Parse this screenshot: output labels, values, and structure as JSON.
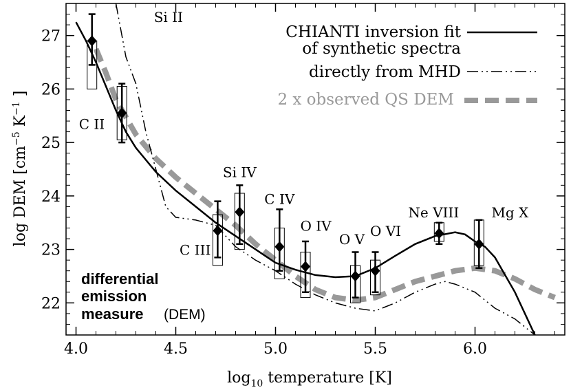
{
  "chart_data": {
    "type": "line",
    "xlabel": "log",
    "xlabel_sub": "10",
    "xlabel_rest": " temperature  [K]",
    "ylabel": "log  DEM  [cm",
    "ylabel_sup": "−5",
    "ylabel_mid": " K",
    "ylabel_sup2": "−1",
    "ylabel_end": " ]",
    "xlim": [
      3.95,
      6.45
    ],
    "ylim": [
      21.4,
      27.6
    ],
    "xticks": [
      "4.0",
      "4.5",
      "5.0",
      "5.5",
      "6.0"
    ],
    "xtick_values": [
      4.0,
      4.5,
      5.0,
      5.5,
      6.0
    ],
    "yticks": [
      "22",
      "23",
      "24",
      "25",
      "26",
      "27"
    ],
    "ytick_values": [
      22,
      23,
      24,
      25,
      26,
      27
    ],
    "note_bold": [
      "differential",
      "emission",
      "measure"
    ],
    "note_plain": "(DEM)",
    "legend": [
      {
        "label": "CHIANTI inversion fit",
        "label2": "of synthetic spectra",
        "style": "solid"
      },
      {
        "label": "directly from MHD",
        "style": "dash-dot-dot"
      },
      {
        "label": "2 x observed QS DEM",
        "style": "thick-dashed-gray"
      }
    ],
    "series": [
      {
        "name": "CHIANTI inversion fit of synthetic spectra",
        "style": "solid",
        "x": [
          4.0,
          4.05,
          4.1,
          4.15,
          4.2,
          4.25,
          4.3,
          4.4,
          4.5,
          4.6,
          4.7,
          4.8,
          4.9,
          5.0,
          5.1,
          5.2,
          5.3,
          5.4,
          5.5,
          5.6,
          5.7,
          5.8,
          5.9,
          5.95,
          6.0,
          6.05,
          6.1,
          6.2,
          6.3
        ],
        "y": [
          27.25,
          26.9,
          26.5,
          26.05,
          25.6,
          25.2,
          24.9,
          24.45,
          24.1,
          23.8,
          23.5,
          23.25,
          23.0,
          22.75,
          22.62,
          22.52,
          22.48,
          22.5,
          22.65,
          22.88,
          23.1,
          23.25,
          23.32,
          23.28,
          23.15,
          23.05,
          22.85,
          22.2,
          21.4
        ]
      },
      {
        "name": "directly from MHD",
        "style": "dash-dot-dot",
        "x": [
          4.2,
          4.22,
          4.25,
          4.3,
          4.35,
          4.4,
          4.45,
          4.5,
          4.6,
          4.7,
          4.8,
          4.9,
          5.0,
          5.1,
          5.2,
          5.3,
          5.4,
          5.5,
          5.6,
          5.7,
          5.8,
          5.85,
          5.9,
          6.0,
          6.1,
          6.2,
          6.3
        ],
        "y": [
          27.6,
          27.2,
          26.6,
          26.1,
          25.2,
          24.5,
          23.8,
          23.6,
          23.55,
          23.45,
          23.05,
          22.8,
          22.6,
          22.35,
          22.15,
          22.0,
          21.9,
          21.85,
          22.0,
          22.2,
          22.35,
          22.4,
          22.35,
          22.2,
          21.9,
          21.7,
          21.4
        ]
      },
      {
        "name": "2 x observed QS DEM",
        "style": "thick-dashed-gray",
        "x": [
          4.1,
          4.15,
          4.2,
          4.3,
          4.4,
          4.5,
          4.6,
          4.7,
          4.8,
          4.9,
          5.0,
          5.1,
          5.2,
          5.3,
          5.4,
          5.5,
          5.6,
          5.7,
          5.8,
          5.9,
          6.0,
          6.1,
          6.2,
          6.3,
          6.4
        ],
        "y": [
          26.75,
          26.3,
          25.8,
          25.15,
          24.7,
          24.35,
          24.05,
          23.75,
          23.45,
          23.1,
          22.8,
          22.5,
          22.25,
          22.1,
          22.05,
          22.1,
          22.25,
          22.4,
          22.5,
          22.6,
          22.65,
          22.6,
          22.45,
          22.25,
          22.1
        ]
      }
    ],
    "points": [
      {
        "label": "Si II",
        "x": 4.08,
        "y": 26.9,
        "err_lo": 26.45,
        "err_hi": 27.4,
        "box_lo": 26.0,
        "box_hi": 26.9
      },
      {
        "label": "C II",
        "x": 4.23,
        "y": 25.55,
        "err_lo": 25.0,
        "err_hi": 26.1,
        "box_lo": 25.05,
        "box_hi": 26.05
      },
      {
        "label": "C III",
        "x": 4.71,
        "y": 23.35,
        "err_lo": 22.85,
        "err_hi": 23.9,
        "box_lo": 22.7,
        "box_hi": 23.65
      },
      {
        "label": "Si IV",
        "x": 4.82,
        "y": 23.7,
        "err_lo": 23.1,
        "err_hi": 24.2,
        "box_lo": 23.0,
        "box_hi": 24.05
      },
      {
        "label": "C IV",
        "x": 5.02,
        "y": 23.05,
        "err_lo": 22.6,
        "err_hi": 23.75,
        "box_lo": 22.45,
        "box_hi": 23.4
      },
      {
        "label": "O IV",
        "x": 5.15,
        "y": 22.68,
        "err_lo": 22.2,
        "err_hi": 23.15,
        "box_lo": 22.1,
        "box_hi": 22.95
      },
      {
        "label": "O V",
        "x": 5.4,
        "y": 22.5,
        "err_lo": 22.1,
        "err_hi": 22.95,
        "box_lo": 22.0,
        "box_hi": 22.7
      },
      {
        "label": "O VI",
        "x": 5.5,
        "y": 22.6,
        "err_lo": 22.2,
        "err_hi": 22.95,
        "box_lo": 22.15,
        "box_hi": 22.8
      },
      {
        "label": "Ne VIII",
        "x": 5.82,
        "y": 23.3,
        "err_lo": 23.1,
        "err_hi": 23.5,
        "box_lo": 23.15,
        "box_hi": 23.5
      },
      {
        "label": "Mg X",
        "x": 6.02,
        "y": 23.1,
        "err_lo": 22.65,
        "err_hi": 23.55,
        "box_lo": 22.7,
        "box_hi": 23.55
      }
    ]
  }
}
